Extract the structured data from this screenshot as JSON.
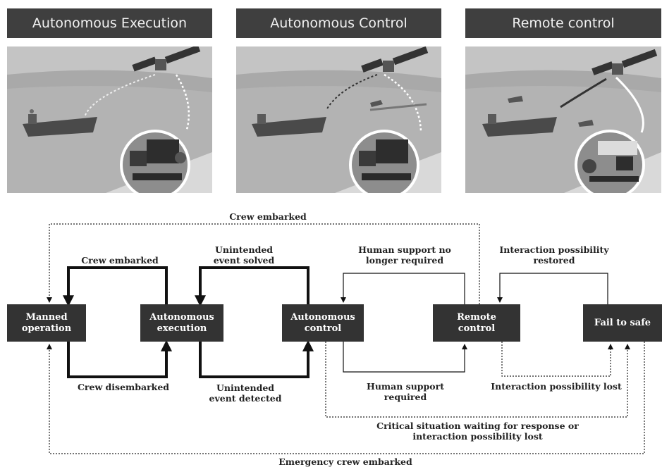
{
  "panels": [
    {
      "title": "Autonomous Execution"
    },
    {
      "title": "Autonomous Control"
    },
    {
      "title": "Remote control"
    }
  ],
  "states": {
    "manned": "Manned operation",
    "execution": "Autonomous execution",
    "control": "Autonomous control",
    "remote": "Remote control",
    "failsafe": "Fail to safe"
  },
  "transitions": {
    "crew_embarked_top": "Crew embarked",
    "crew_embarked": "Crew embarked",
    "crew_disembarked": "Crew disembarked",
    "unintended_solved": "Unintended event solved",
    "unintended_detected": "Unintended event detected",
    "human_support_no_longer": "Human support no longer required",
    "human_support_required": "Human support required",
    "interaction_restored": "Interaction possibility restored",
    "interaction_lost": "Interaction possibility lost",
    "critical_situation": "Critical situation waiting for response or interaction possibility lost",
    "emergency_crew": "Emergency crew embarked"
  }
}
